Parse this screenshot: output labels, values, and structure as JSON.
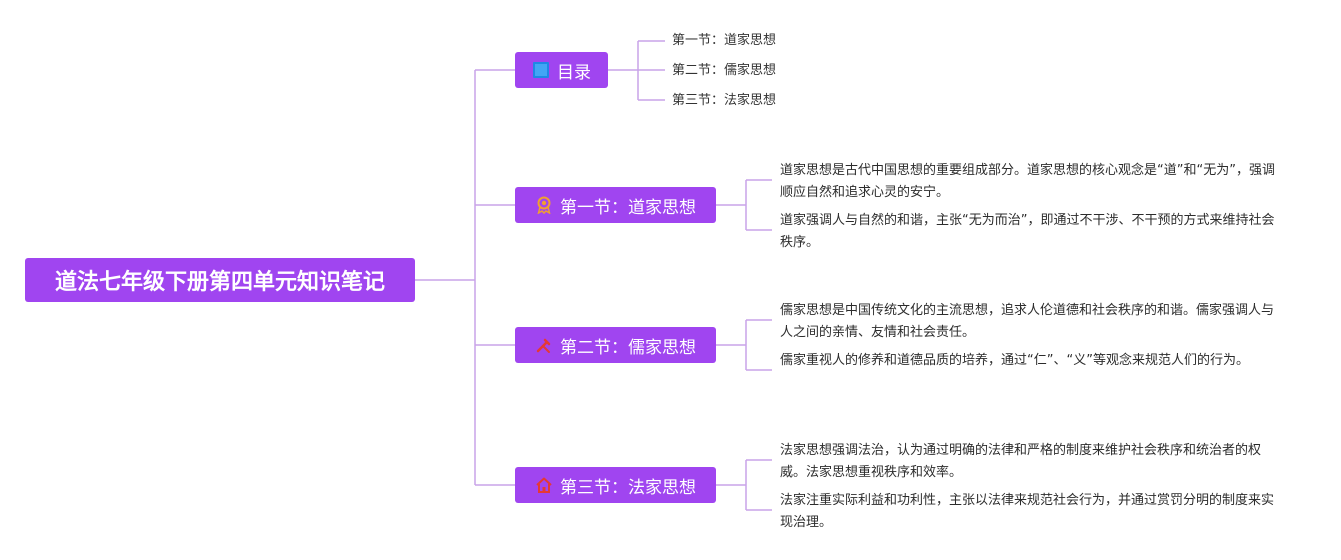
{
  "root": {
    "title": "道法七年级下册第四单元知识笔记"
  },
  "branches": [
    {
      "label": "目录",
      "icon": "book-icon",
      "leaves": [
        "第一节：道家思想",
        "第二节：儒家思想",
        "第三节：法家思想"
      ]
    },
    {
      "label": "第一节：道家思想",
      "icon": "medal-icon",
      "paragraphs": [
        "道家思想是古代中国思想的重要组成部分。道家思想的核心观念是“道”和“无为”，强调顺应自然和追求心灵的安宁。",
        "道家强调人与自然的和谐，主张“无为而治”，即通过不干涉、不干预的方式来维持社会秩序。"
      ]
    },
    {
      "label": "第二节：儒家思想",
      "icon": "tools-icon",
      "paragraphs": [
        "儒家思想是中国传统文化的主流思想，追求人伦道德和社会秩序的和谐。儒家强调人与人之间的亲情、友情和社会责任。",
        "儒家重视人的修养和道德品质的培养，通过“仁”、“义”等观念来规范人们的行为。"
      ]
    },
    {
      "label": "第三节：法家思想",
      "icon": "home-icon",
      "paragraphs": [
        "法家思想强调法治，认为通过明确的法律和严格的制度来维护社会秩序和统治者的权威。法家思想重视秩序和效率。",
        "法家注重实际利益和功利性，主张以法律来规范社会行为，并通过赏罚分明的制度来实现治理。"
      ]
    }
  ],
  "colors": {
    "node_bg": "#a045f0",
    "connector": "#c9a3e8",
    "text": "#333333"
  }
}
